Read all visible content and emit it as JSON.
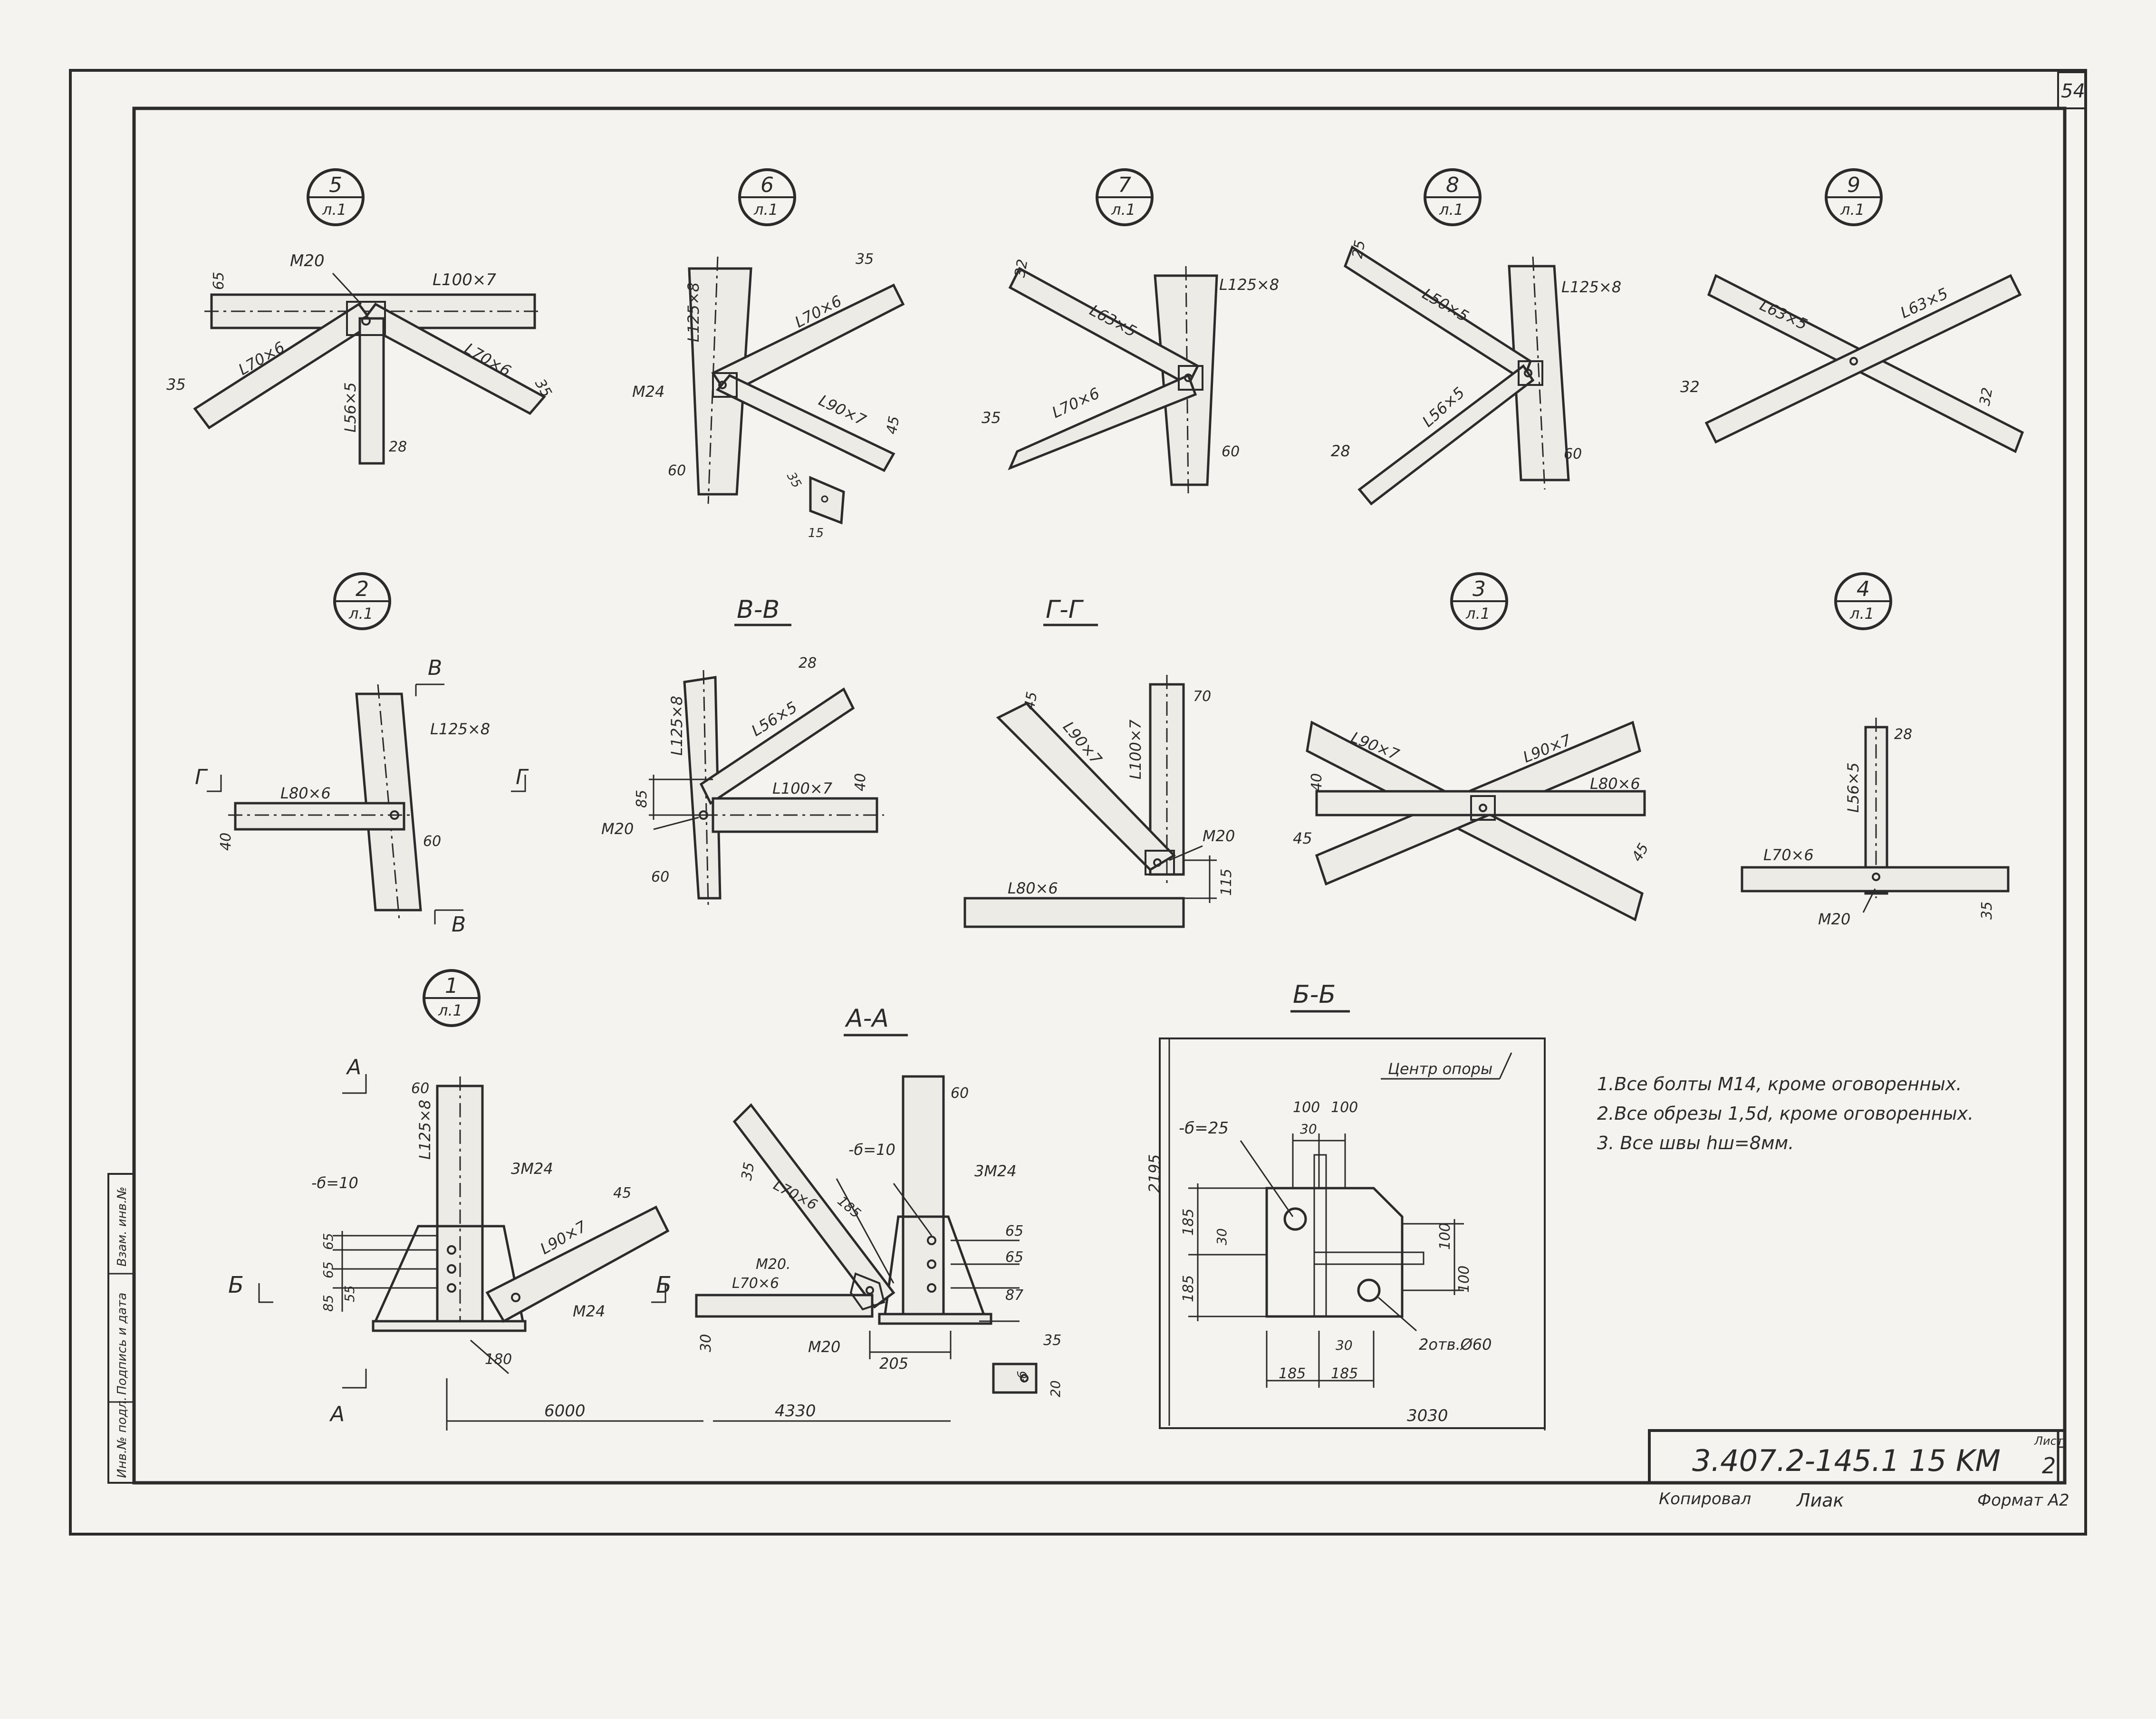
{
  "sheet": {
    "corner_number": "54",
    "designation": "3.407.2-145.1 15 KM",
    "list_label": "Лист",
    "list_number": "2",
    "copied": "Копировал",
    "copied_signature": "Лиак",
    "format": "Формат А2",
    "side_stamp": [
      "Инв.№ подл.",
      "Подпись и дата",
      "Взам. инв.№"
    ]
  },
  "details": {
    "d5": {
      "num": "5",
      "sheet": "л.1",
      "labels": [
        "M20",
        "L100×7",
        "65",
        "35",
        "L70×6",
        "L70×6",
        "35",
        "L56×5",
        "28"
      ]
    },
    "d6": {
      "num": "6",
      "sheet": "л.1",
      "labels": [
        "35",
        "L125×8",
        "L70×6",
        "M24",
        "L90×7",
        "45",
        "60",
        "35",
        "15"
      ]
    },
    "d7": {
      "num": "7",
      "sheet": "л.1",
      "labels": [
        "32",
        "L63×5",
        "L125×8",
        "35",
        "L70×6",
        "60"
      ]
    },
    "d8": {
      "num": "8",
      "sheet": "л.1",
      "labels": [
        "25",
        "L50×5",
        "L125×8",
        "L56×5",
        "28",
        "60"
      ]
    },
    "d9": {
      "num": "9",
      "sheet": "л.1",
      "labels": [
        "L63×5",
        "L63×5",
        "32",
        "32"
      ]
    },
    "d2": {
      "num": "2",
      "sheet": "л.1",
      "labels": [
        "В",
        "L125×8",
        "Г",
        "L80×6",
        "Г",
        "40",
        "60",
        "В"
      ]
    },
    "vv": {
      "title": "В-В",
      "labels": [
        "28",
        "L56×5",
        "L125×8",
        "85",
        "L100×7",
        "40",
        "M20",
        "60"
      ]
    },
    "gg": {
      "title": "Г-Г",
      "labels": [
        "45",
        "L90×7",
        "L100×7",
        "70",
        "M20",
        "L80×6",
        "115"
      ]
    },
    "d3": {
      "num": "3",
      "sheet": "л.1",
      "labels": [
        "L90×7",
        "L90×7",
        "40",
        "L80×6",
        "45",
        "45"
      ]
    },
    "d4": {
      "num": "4",
      "sheet": "л.1",
      "labels": [
        "28",
        "L56×5",
        "L70×6",
        "M20",
        "35"
      ]
    },
    "d1": {
      "num": "1",
      "sheet": "л.1",
      "labels": [
        "А",
        "60",
        "L125×8",
        "3M24",
        "-б=10",
        "45",
        "L90×7",
        "65",
        "65",
        "85",
        "55",
        "Б",
        "Б",
        "M24",
        "180",
        "А",
        "6000"
      ]
    },
    "aa": {
      "title": "А-А",
      "labels": [
        "60",
        "-б=10",
        "3M24",
        "35",
        "L70×6",
        "185",
        "65",
        "65",
        "M20.",
        "L70×6",
        "87",
        "30",
        "M20",
        "205",
        "35",
        "20",
        "-б",
        "4330"
      ]
    },
    "bb": {
      "title": "Б-Б",
      "labels": [
        "Центр опоры",
        "2195",
        "-б=25",
        "100",
        "100",
        "30",
        "185",
        "30",
        "100",
        "185",
        "100",
        "2отв.Ø60",
        "30",
        "185",
        "185",
        "3030"
      ]
    }
  },
  "notes": [
    "1.Все болты M14, кроме оговоренных.",
    "2.Все обрезы 1,5d, кроме оговоренных.",
    "3. Все швы hш=8мм."
  ]
}
